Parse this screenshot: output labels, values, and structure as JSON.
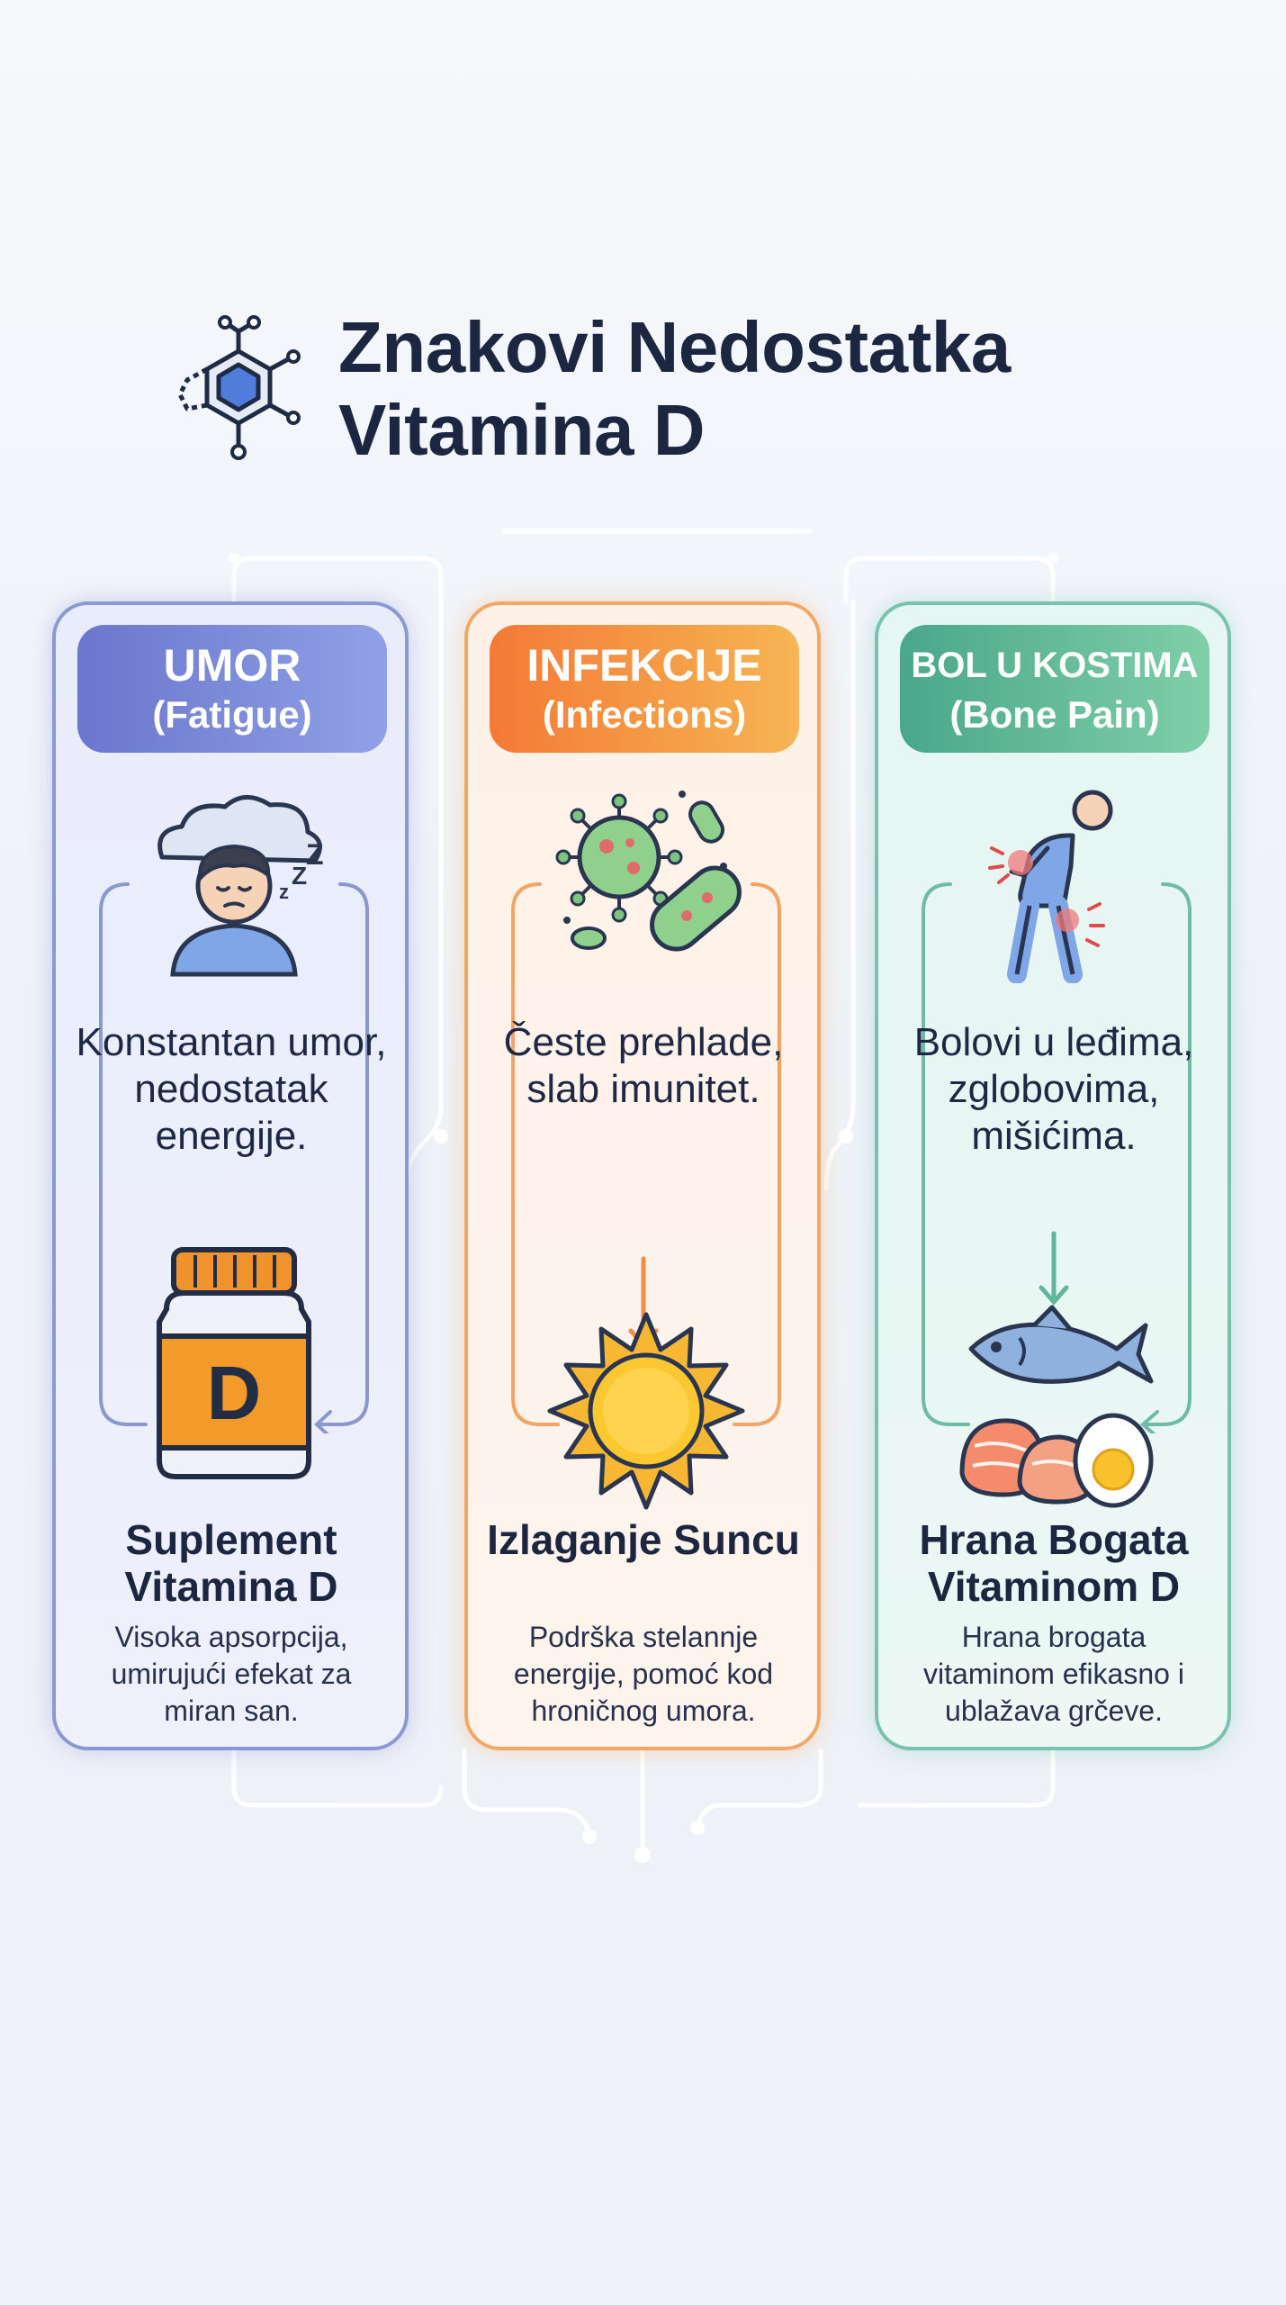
{
  "header": {
    "title_line1": "Znakovi Nedostatka",
    "title_line2": "Vitamina D"
  },
  "columns": [
    {
      "label": "UMOR",
      "label_en": "(Fatigue)",
      "symptom_icon": "tired-person-cloud-icon",
      "symptom": "Konstantan umor, nedostatak energije.",
      "solution_icon": "vitamin-d-bottle-icon",
      "solution_letter": "D",
      "solution_title": "Suplement Vitamina D",
      "solution_desc": "Visoka apsorpcija, umirujući efekat za miran san.",
      "accent": "#7a84d4"
    },
    {
      "label": "INFEKCIJE",
      "label_en": "(Infections)",
      "symptom_icon": "virus-bacteria-icon",
      "symptom": "Česte prehlade, slab imunitet.",
      "solution_icon": "sun-icon",
      "solution_title": "Izlaganje Suncu",
      "solution_desc": "Podrška stelannje energije, pomoć kod hroničnog umora.",
      "accent": "#f39a4f"
    },
    {
      "label": "BOL U KOSTIMA",
      "label_en": "(Bone Pain)",
      "symptom_icon": "bone-pain-person-icon",
      "symptom": "Bolovi u leđima, zglobovima, mišićima.",
      "solution_icon": "fish-salmon-egg-icon",
      "solution_title": "Hrana Bogata Vitaminom D",
      "solution_desc": "Hrana brogata vitaminom efikasno i ublažava grčeve.",
      "accent": "#5fb69b"
    }
  ]
}
